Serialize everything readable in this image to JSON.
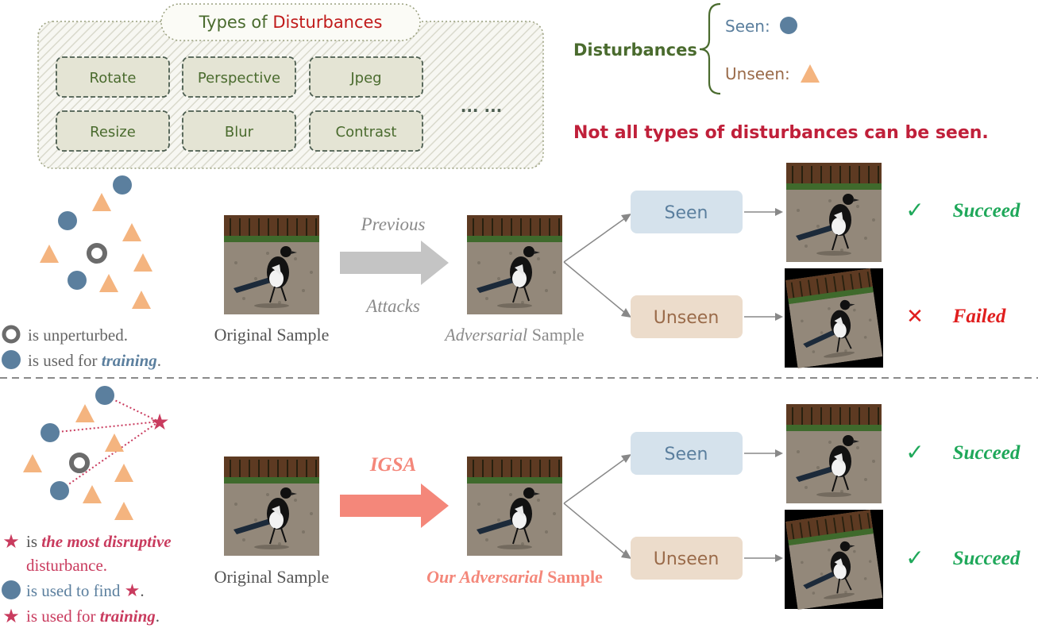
{
  "types_box": {
    "title_prefix": "Types of ",
    "title_highlight": "Disturbances",
    "items": [
      "Rotate",
      "Perspective",
      "Jpeg",
      "Resize",
      "Blur",
      "Contrast"
    ],
    "more": "··· ···"
  },
  "legend": {
    "label": "Disturbances",
    "seen": "Seen:",
    "unseen": "Unseen:"
  },
  "note": "Not all types of disturbances can be seen.",
  "top": {
    "key_unperturbed": "is unperturbed.",
    "key_training_prefix": "is used for ",
    "key_training_em": "training",
    "key_training_suffix": ".",
    "original_label": "Original Sample",
    "arrow_top": "Previous",
    "arrow_bottom": "Attacks",
    "adv_label_em": "Adversarial",
    "adv_label_rest": " Sample",
    "seen": "Seen",
    "unseen": "Unseen",
    "result_seen": "Succeed",
    "result_unseen": "Failed",
    "check": "✓",
    "cross": "✕"
  },
  "bottom": {
    "key_star_prefix": "is ",
    "key_star_em": "the most disruptive",
    "key_star_line2": "disturbance.",
    "key_find_prefix": "is used to find ",
    "key_find_suffix": ".",
    "key_train_prefix": "is used for ",
    "key_train_em": "training",
    "key_train_suffix": ".",
    "original_label": "Original Sample",
    "arrow_label": "IGSA",
    "adv_label_em": "Our Adversarial",
    "adv_label_rest": " Sample",
    "seen": "Seen",
    "unseen": "Unseen",
    "result_seen": "Succeed",
    "result_unseen": "Succeed",
    "check": "✓"
  },
  "colors": {
    "seen_circle": "#5b7f9e",
    "unseen_triangle": "#f4b47f",
    "star": "#c93b5e",
    "green_text": "#4a6b2e",
    "red_title": "#c01a1a",
    "note_red": "#c0203a",
    "success_green": "#1fa85a",
    "fail_red": "#e01e1e",
    "igsa_arrow": "#f4877a",
    "grey_arrow": "#c4c4c4",
    "seen_box": "#d5e2ec",
    "unseen_box": "#ecdccb"
  }
}
